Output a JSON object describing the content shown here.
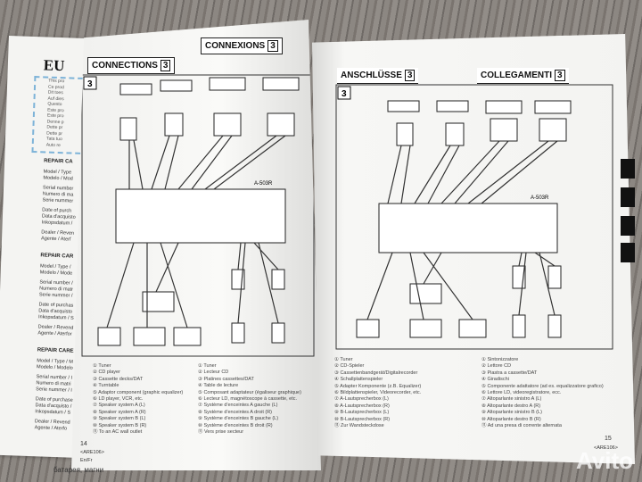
{
  "card": {
    "brand": "EU",
    "intro_lines": [
      "This pro",
      "Ce prod",
      "Dit toes",
      "Auf dies",
      "Questo",
      "Este pro",
      "Este pro",
      "Denne p",
      "Dette pr",
      "Dette pr",
      "Tata tuo",
      "Auto re"
    ],
    "repair_cards": [
      {
        "title": "REPAIR CA",
        "lines": [
          "Model / Type",
          "Modelo / Mod",
          "Serial number",
          "Numero di ma",
          "Serie nummer",
          "Date of purch",
          "Data d'acquisto",
          "Inkopsdatum /",
          "Dealer / Reven",
          "Agente / Aterf"
        ]
      },
      {
        "title": "REPAIR CAR",
        "lines": [
          "Model / Type /",
          "Modelo / Mode",
          "Serial number /",
          "Numero di matr",
          "Serie nummer /",
          "Date of purchas",
          "Data d'acquisto",
          "Inkopsdatum / S",
          "Dealer / Revend",
          "Agente / Aterfor"
        ]
      },
      {
        "title": "REPAIR CARE",
        "lines": [
          "Model / Type / M",
          "Modelo / Modelo",
          "Serial number / I",
          "Numero di matri",
          "Serie nummer / I",
          "Date of purchase",
          "Data d'acquisto /",
          "Inkopsdatum / S",
          "Dealer / Revend",
          "Agente / Aterfo"
        ]
      }
    ]
  },
  "left_page": {
    "header_fr": "CONNEXIONS",
    "header_en": "CONNECTIONS",
    "section": "3",
    "model": "A-503R",
    "legend_en": [
      "① Tuner",
      "② CD player",
      "③ Cassette decks/DAT",
      "④ Turntable",
      "⑤ Adaptor component (graphic equalizer)",
      "⑥ LD player, VCR, etc.",
      "⑦ Speaker system A (L)",
      "⑧ Speaker system A (R)",
      "⑨ Speaker system B (L)",
      "⑩ Speaker system B (R)",
      "⑪ To an AC wall outlet"
    ],
    "legend_fr": [
      "① Tuner",
      "② Lecteur CD",
      "③ Platines cassettes/DAT",
      "④ Table de lecture",
      "⑤ Composant adaptateur (égaliseur graphique)",
      "⑥ Lecteur LD, magnétoscope à cassette, etc.",
      "⑦ Système d'enceintes A gauche (L)",
      "⑧ Système d'enceintes A droit (R)",
      "⑨ Système d'enceintes B gauche (L)",
      "⑩ Système d'enceintes B droit (R)",
      "⑪ Vers prise secteur"
    ],
    "page_number": "14",
    "footer_code": "<ARE106>",
    "footer_lang": "En/Fr"
  },
  "right_page": {
    "header_de": "ANSCHLÜSSE",
    "header_it": "COLLEGAMENTI",
    "section": "3",
    "model": "A-503R",
    "legend_de": [
      "① Tuner",
      "② CD-Spieler",
      "③ Cassettenbandgerät/Digitalrecorder",
      "④ Schallplattenspieler",
      "⑤ Adapter Komponente (z.B. Equalizer)",
      "⑥ Bildplattenspieler, Videorecorder, etc.",
      "⑦ A-Lautsprecherbox (L)",
      "⑧ A-Lautsprecherbox (R)",
      "⑨ B-Lautsprecherbox (L)",
      "⑩ B-Lautsprecherbox (R)",
      "⑪ Zur Wandsteckdose"
    ],
    "legend_it": [
      "① Sintonizzatore",
      "② Lettore CD",
      "③ Piastra a cassette/DAT",
      "④ Giradischi",
      "⑤ Componente adattatore (ad es. equalizzatore grafico)",
      "⑥ Lettore LD, videoregistratore, ecc.",
      "⑦ Altoparlante sinistro A (L)",
      "⑧ Altoparlante destro A (R)",
      "⑨ Altoparlante sinistro B (L)",
      "⑩ Altoparlante destro B (R)",
      "⑪ Ad una presa di corrente alternata"
    ],
    "page_number": "15",
    "footer_code": "<ARE106>"
  },
  "bottom_text": "батарея, магни",
  "watermark": "Avito"
}
